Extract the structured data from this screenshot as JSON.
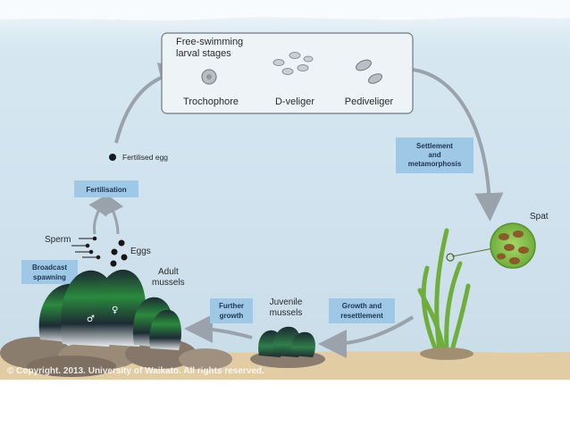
{
  "colors": {
    "water_top": "#eef5fa",
    "water_bottom": "#cfe2ee",
    "sand": "#e3cfa8",
    "callout_bg": "#9cc7e8",
    "arrow": "#9aa3ab",
    "mussel_dark": "#1f2b33",
    "mussel_green": "#2e8b3c",
    "rock": "#8c7e6e",
    "seagrass": "#7cb342"
  },
  "larval_box": {
    "title_line1": "Free-swimming",
    "title_line2": "larval stages",
    "stages": [
      "Trochophore",
      "D-veliger",
      "Pediveliger"
    ]
  },
  "callouts": {
    "settlement_line1": "Settlement",
    "settlement_line2": "and",
    "settlement_line3": "metamorphosis",
    "fertilisation": "Fertilisation",
    "broadcast_line1": "Broadcast",
    "broadcast_line2": "spawning",
    "further_line1": "Further",
    "further_line2": "growth",
    "growth_line1": "Growth and",
    "growth_line2": "resettlement"
  },
  "labels": {
    "fertilised_egg": "Fertilised egg",
    "sperm": "Sperm",
    "eggs": "Eggs",
    "adult_line1": "Adult",
    "adult_line2": "mussels",
    "juvenile_line1": "Juvenile",
    "juvenile_line2": "mussels",
    "spat": "Spat"
  },
  "copyright": "© Copyright. 2013. University of Waikato. All rights reserved."
}
